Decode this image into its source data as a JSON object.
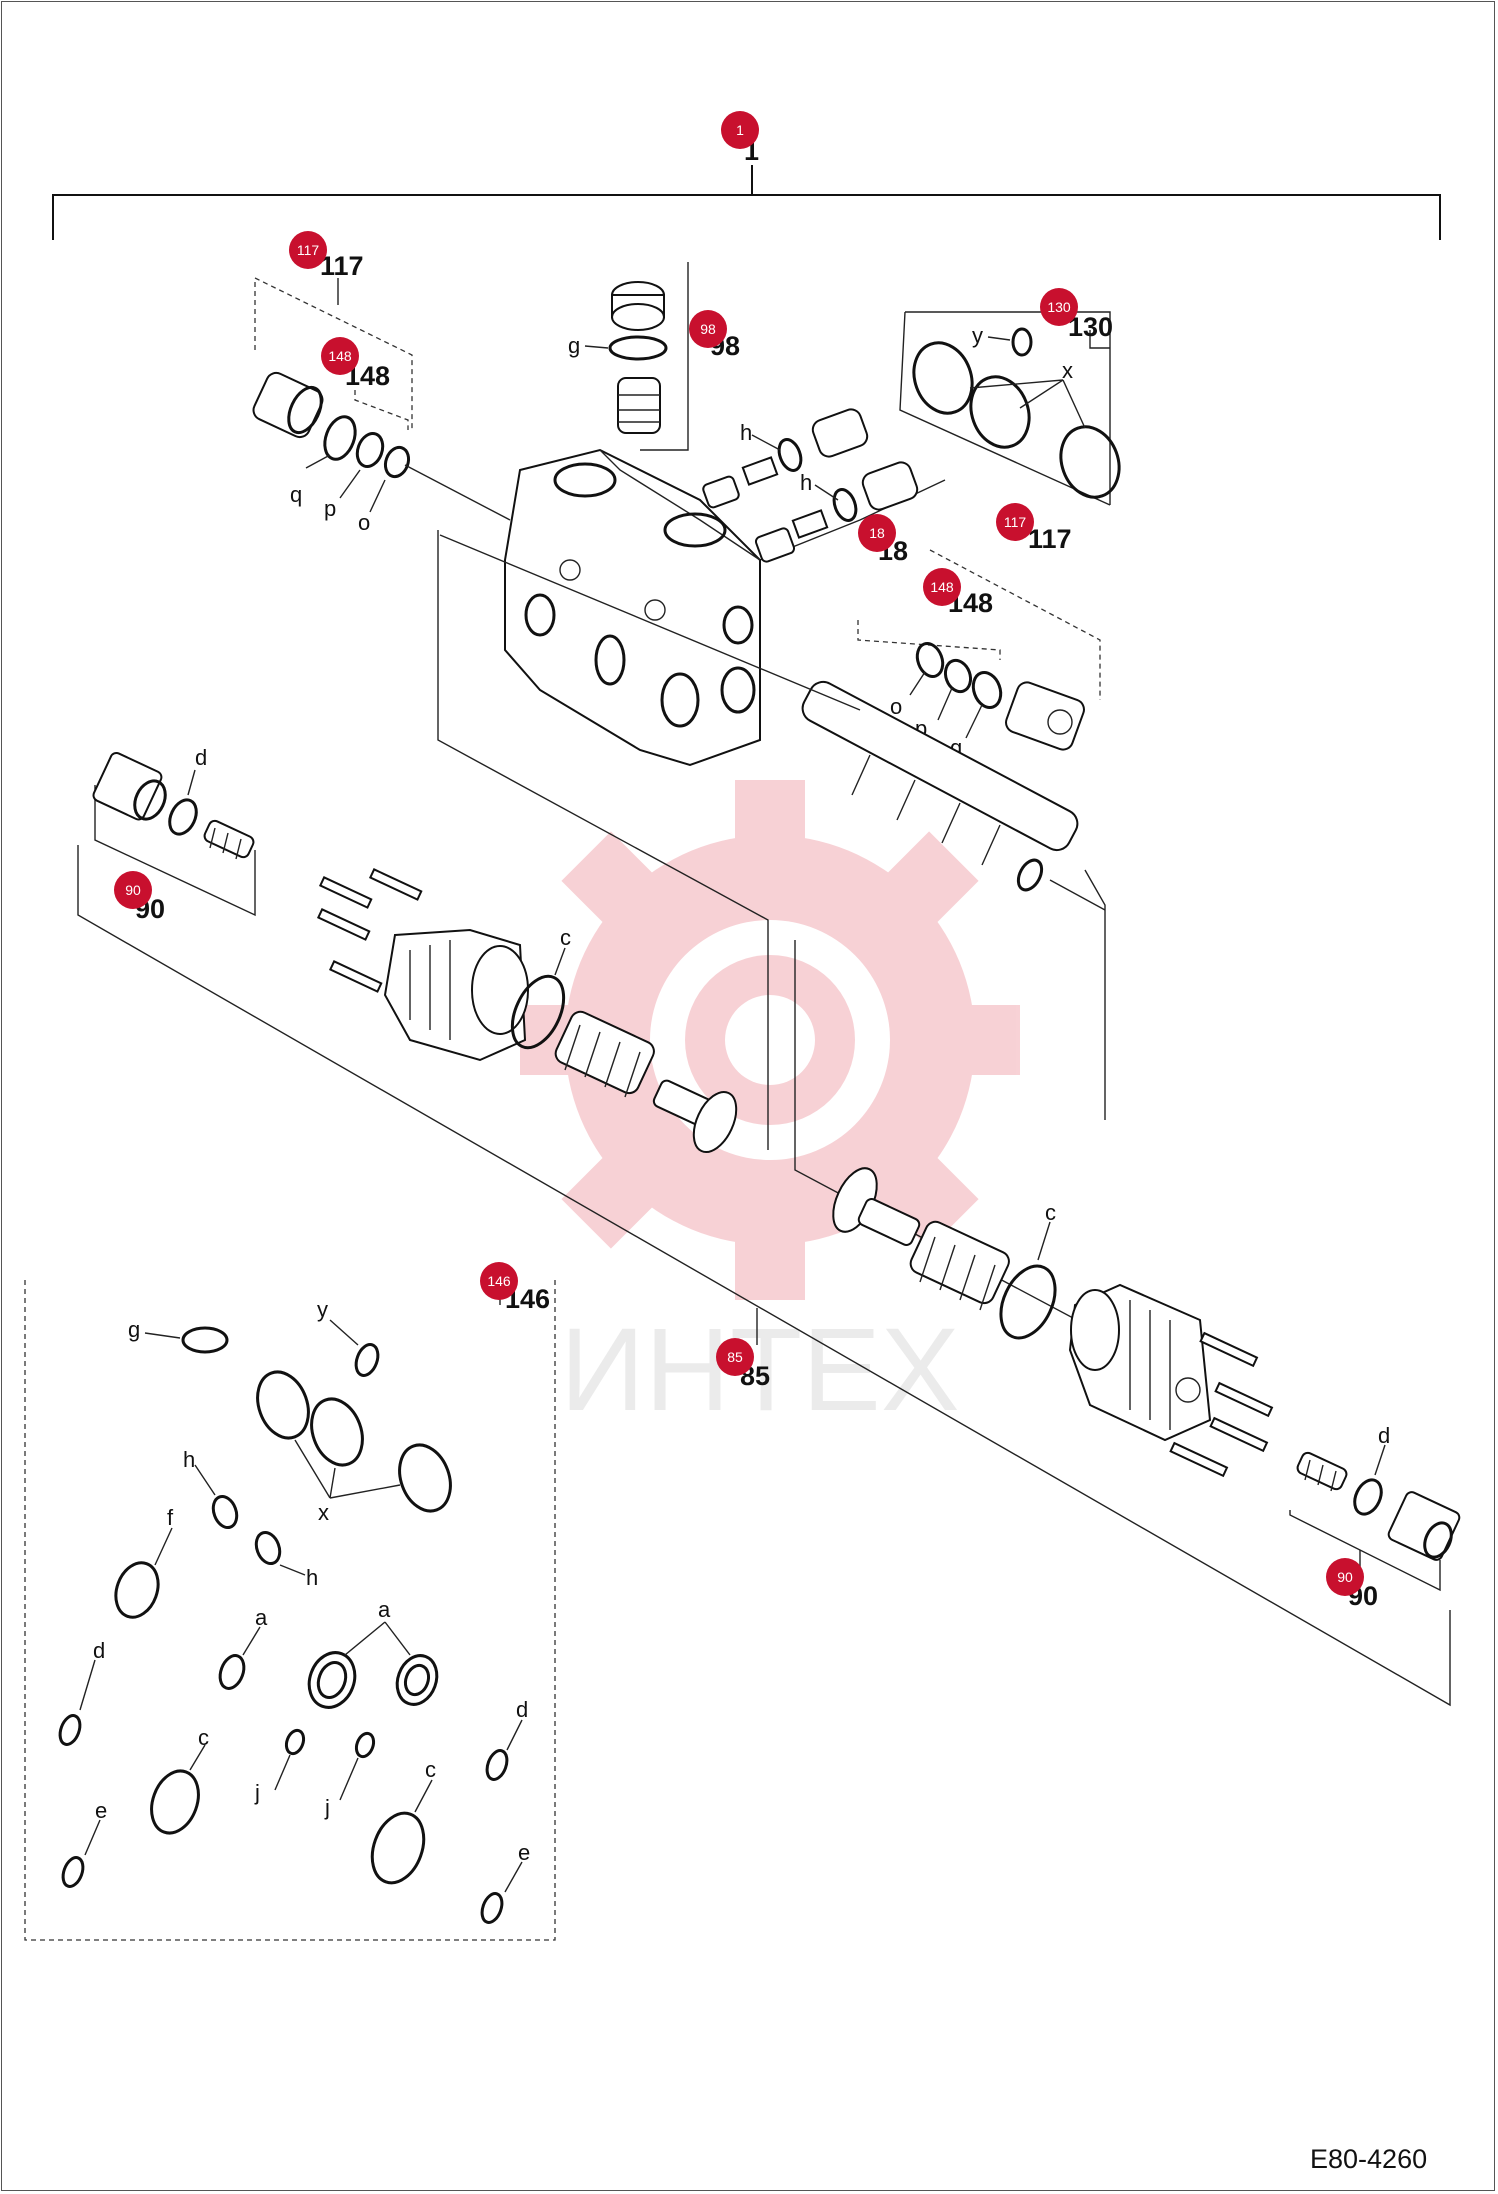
{
  "drawing_code": "E80-4260",
  "watermark": {
    "text": "ИНТЕХ",
    "color": "#f6c9cd"
  },
  "badge_color": "#c8102e",
  "badges": [
    "1",
    "117",
    "148",
    "98",
    "130",
    "18",
    "117",
    "148",
    "90",
    "146",
    "85",
    "90"
  ],
  "numbers": {
    "n1": "1",
    "n117a": "117",
    "n148a": "148",
    "n98": "98",
    "n130": "130",
    "n18": "18",
    "n117b": "117",
    "n148b": "148",
    "n90a": "90",
    "n146": "146",
    "n85": "85",
    "n90b": "90"
  },
  "letters": {
    "g1": "g",
    "q1": "q",
    "p1": "p",
    "o1": "o",
    "y1": "y",
    "x1": "x",
    "h1": "h",
    "h2": "h",
    "o2": "o",
    "p2": "p",
    "q2": "q",
    "d1": "d",
    "c1": "c",
    "c2": "c",
    "d2": "d",
    "k_g": "g",
    "k_y": "y",
    "k_x": "x",
    "k_h1": "h",
    "k_f": "f",
    "k_h2": "h",
    "k_a1": "a",
    "k_a2": "a",
    "k_d1": "d",
    "k_c1": "c",
    "k_j1": "j",
    "k_j2": "j",
    "k_c2": "c",
    "k_d2": "d",
    "k_e1": "e",
    "k_e2": "e"
  }
}
